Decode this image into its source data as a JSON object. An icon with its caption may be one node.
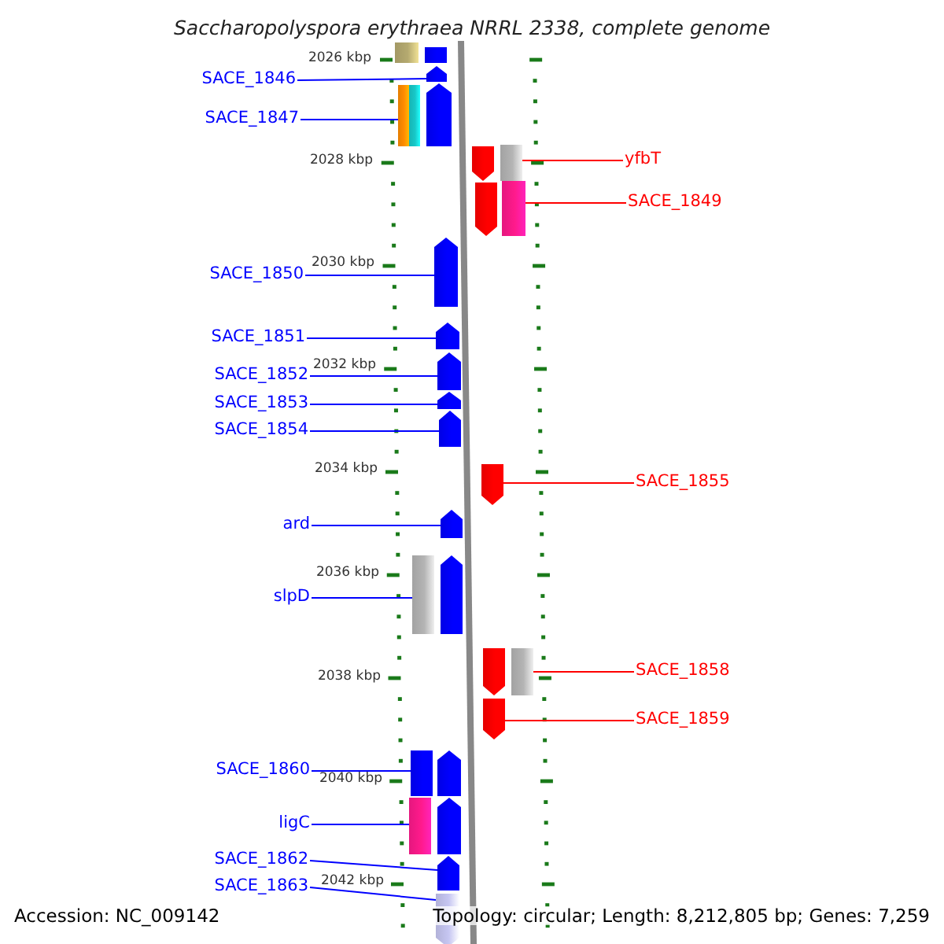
{
  "diagram": {
    "title": "Saccharopolyspora erythraea NRRL 2338, complete genome",
    "nodes": [
      {
        "text": [],
        "shape": "box"
      },
      {
        "text": [],
        "shape": "box"
      },
      {
        "text": [
          "SACE_1846"
        ]
      },
      {
        "text": [],
        "shape": "pentagon"
      },
      {
        "text": [
          "SACE_1847"
        ]
      },
      {
        "text": [],
        "shape": "box"
      },
      {
        "text": [],
        "shape": "box"
      },
      {
        "text": [],
        "shape": "pentagon"
      },
      {
        "text": [
          "yfbT"
        ]
      },
      {
        "text": [],
        "shape": "pentagon"
      },
      {
        "text": [],
        "shape": "box"
      },
      {
        "text": [
          "SACE_1849"
        ]
      },
      {
        "text": [],
        "shape": "pentagon"
      },
      {
        "text": [],
        "shape": "box"
      },
      {
        "text": [
          "SACE_1850"
        ]
      },
      {
        "text": [],
        "shape": "pentagon"
      },
      {
        "text": [
          "SACE_1851"
        ]
      },
      {
        "text": [],
        "shape": "pentagon"
      },
      {
        "text": [
          "SACE_1852"
        ]
      },
      {
        "text": [],
        "shape": "pentagon"
      },
      {
        "text": [
          "SACE_1853"
        ]
      },
      {
        "text": [],
        "shape": "pentagon"
      },
      {
        "text": [
          "SACE_1854"
        ]
      },
      {
        "text": [],
        "shape": "pentagon"
      },
      {
        "text": [
          "SACE_1855"
        ]
      },
      {
        "text": [],
        "shape": "pentagon"
      },
      {
        "text": [
          "ard"
        ]
      },
      {
        "text": [],
        "shape": "pentagon"
      },
      {
        "text": [
          "slpD"
        ]
      },
      {
        "text": [],
        "shape": "box"
      },
      {
        "text": [],
        "shape": "pentagon"
      },
      {
        "text": [
          "SACE_1858"
        ]
      },
      {
        "text": [],
        "shape": "pentagon"
      },
      {
        "text": [],
        "shape": "box"
      },
      {
        "text": [
          "SACE_1859"
        ]
      },
      {
        "text": [],
        "shape": "pentagon"
      },
      {
        "text": [
          "SACE_1860"
        ]
      },
      {
        "text": [],
        "shape": "box"
      },
      {
        "text": [],
        "shape": "pentagon"
      },
      {
        "text": [
          "ligC"
        ]
      },
      {
        "text": [],
        "shape": "box"
      },
      {
        "text": [],
        "shape": "pentagon"
      },
      {
        "text": [
          "SACE_1862"
        ]
      },
      {
        "text": [],
        "shape": "pentagon"
      },
      {
        "text": [
          "SACE_1863"
        ]
      },
      {
        "text": [],
        "shape": "pentagon"
      }
    ],
    "edges": [
      {
        "from": 2,
        "to": 3,
        "arrow": "none"
      },
      {
        "from": 4,
        "to": 5,
        "arrow": "none"
      },
      {
        "from": 8,
        "to": 10,
        "arrow": "none",
        "color": "#ff0000"
      },
      {
        "from": 11,
        "to": 13,
        "arrow": "none",
        "color": "#ff0000"
      },
      {
        "from": 14,
        "to": 15,
        "arrow": "none"
      },
      {
        "from": 16,
        "to": 17,
        "arrow": "none"
      },
      {
        "from": 18,
        "to": 19,
        "arrow": "none"
      },
      {
        "from": 20,
        "to": 21,
        "arrow": "none"
      },
      {
        "from": 22,
        "to": 23,
        "arrow": "none"
      },
      {
        "from": 24,
        "to": 25,
        "arrow": "none",
        "color": "#ff0000"
      },
      {
        "from": 26,
        "to": 27,
        "arrow": "none"
      },
      {
        "from": 28,
        "to": 29,
        "arrow": "none"
      },
      {
        "from": 31,
        "to": 33,
        "arrow": "none",
        "color": "#ff0000"
      },
      {
        "from": 34,
        "to": 35,
        "arrow": "none",
        "color": "#ff0000"
      },
      {
        "from": 36,
        "to": 37,
        "arrow": "none"
      },
      {
        "from": 39,
        "to": 40,
        "arrow": "none"
      },
      {
        "from": 42,
        "to": 43,
        "arrow": "none"
      },
      {
        "from": 44,
        "to": 45,
        "arrow": "none"
      }
    ],
    "labels": [
      "2026 kbp",
      "2028 kbp",
      "2030 kbp",
      "2032 kbp",
      "2034 kbp",
      "2036 kbp",
      "2038 kbp",
      "2040 kbp",
      "2042 kbp",
      "Accession: NC_009142",
      "Topology: circular; Length: 8,212,805 bp; Genes: 7,259"
    ]
  }
}
